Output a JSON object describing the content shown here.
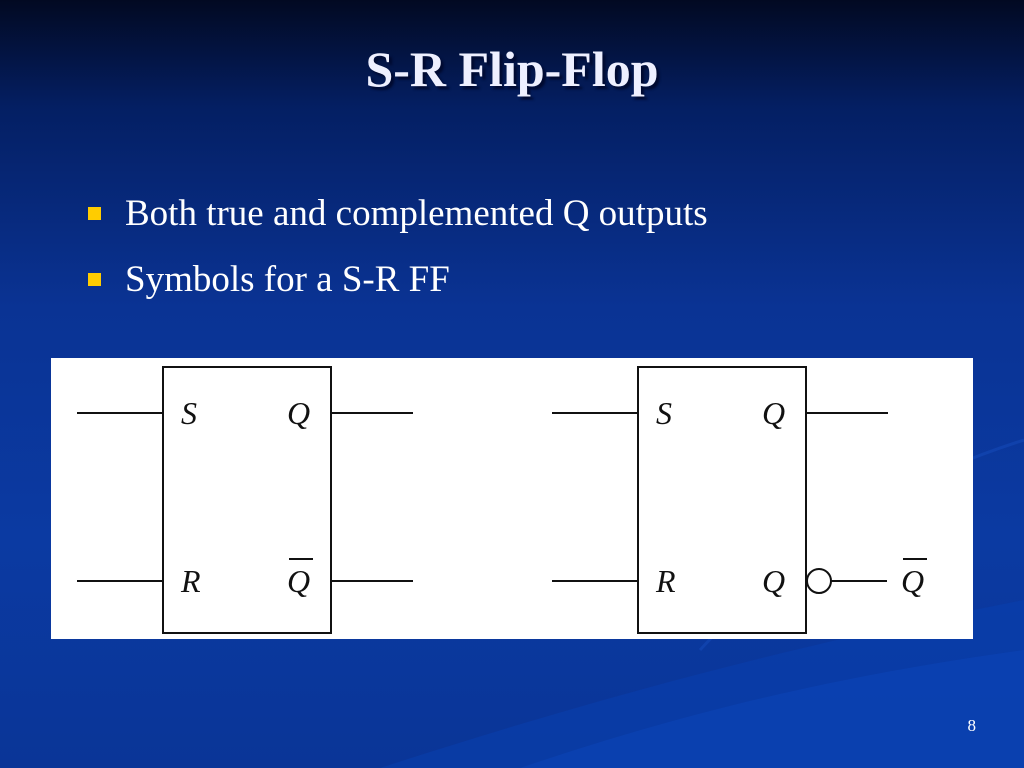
{
  "slide": {
    "title": "S-R Flip-Flop",
    "bullets": [
      "Both true and complemented Q outputs",
      "Symbols for a S-R FF"
    ],
    "page_number": "8",
    "colors": {
      "background": "#0b3aa2",
      "bullet_marker": "#ffcc00",
      "text": "#ffffff"
    }
  },
  "diagram": {
    "symbol_1": {
      "inputs": [
        "S",
        "R"
      ],
      "outputs": [
        "Q",
        "Q"
      ],
      "complement_output": "bar-over-label"
    },
    "symbol_2": {
      "inputs": [
        "S",
        "R"
      ],
      "outputs": [
        "Q",
        "Q"
      ],
      "complement_output": "inversion-bubble",
      "external_output_label": "Q"
    }
  }
}
